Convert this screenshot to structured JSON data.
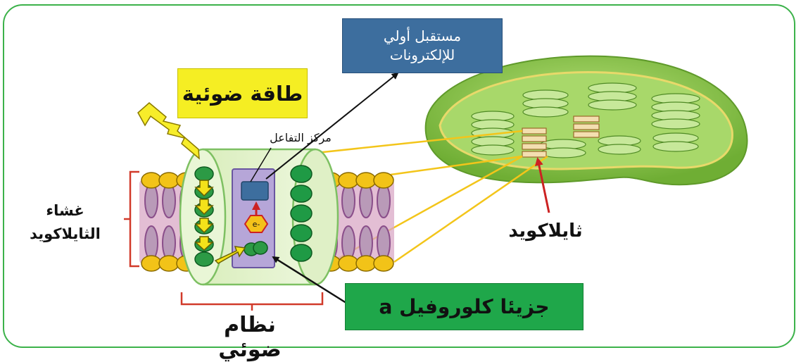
{
  "labels": {
    "light_energy": "طاقة ضوئية",
    "primary_acceptor_line1": "مستقبل أولي",
    "primary_acceptor_line2": "للإلكترونات",
    "reaction_center": "مركز التفاعل",
    "thylakoid_membrane_line1": "غشاء",
    "thylakoid_membrane_line2": "الثايلاكويد",
    "thylakoid": "ثايلاكويد",
    "chlorophyll_a": "جزيئا كلوروفيل a",
    "photosystem": "نظام ضوئي",
    "electron": "e-"
  },
  "colors": {
    "frame": "#3cb24a",
    "light_box": "#f5ee23",
    "acceptor_box": "#3d6e9e",
    "chlorophyll_box": "#1fa74a",
    "lipid_head": "#f2c318",
    "lipid_tail": "#b99ab8",
    "antenna_pigment": "#2c9a45",
    "reaction_center": "#b6a6d8",
    "chloroplast": "#8ccb4a",
    "arrow_red": "#cc2222",
    "arrow_black": "#111111",
    "connector_yellow": "#f3c51a"
  },
  "icons": {
    "lightning": "lightning-bolt-icon",
    "electron": "electron-hexagon-icon"
  }
}
